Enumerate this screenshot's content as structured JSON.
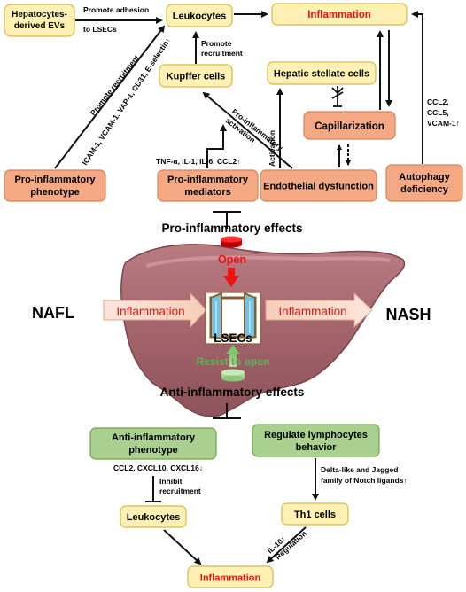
{
  "nodes": {
    "hepatocytes_evs": [
      "Hepatocytes-",
      "derived EVs"
    ],
    "leukocytes_top": "Leukocytes",
    "inflammation_top": "Inflammation",
    "kupffer": "Kupffer cells",
    "stellate": "Hepatic stellate cells",
    "capillarization": "Capillarization",
    "pro_phenotype": [
      "Pro-inflammatory",
      "phenotype"
    ],
    "pro_mediators": [
      "Pro-inflammatory",
      "mediators"
    ],
    "endothelial": "Endothelial dysfunction",
    "autophagy": [
      "Autophagy",
      "deficiency"
    ],
    "anti_phenotype": [
      "Anti-inflammatory",
      "phenotype"
    ],
    "regulate_lymph": [
      "Regulate lymphocytes",
      "behavior"
    ],
    "leukocytes_bottom": "Leukocytes",
    "th1": "Th1 cells",
    "inflammation_bottom": "Inflammation"
  },
  "labels": {
    "promote_adhesion": [
      "Promote adhesion",
      "to LSECs"
    ],
    "promote_recruitment_kupffer": [
      "Promote",
      "recruitment"
    ],
    "promote_recruitment_diag": "Promote recruitment",
    "adhesion_molecules": "ICAM-1, VCAM-1, VAP-1, CD31, E-selectin↑",
    "pro_inflammatory_activation": [
      "Pro-inflammatory",
      "activation"
    ],
    "activation": "Activation",
    "chemokines_autophagy": [
      "CCL2,",
      "CCL5,",
      "VCAM-1↑"
    ],
    "mediators_list": "TNF-α, IL-1, IL-6, CCL2↑",
    "pro_effects": "Pro-inflammatory effects",
    "open": "Open",
    "nafl": "NAFL",
    "nash": "NASH",
    "inflammation_left": "Inflammation",
    "inflammation_right": "Inflammation",
    "lsecs": "LSECs",
    "resist_open": "Resist to open",
    "anti_effects": "Anti-inflammatory effects",
    "anti_chemokines": "CCL2, CXCL10, CXCL16↓",
    "inhibit_recruitment": [
      "Inhibit",
      "recruitment"
    ],
    "notch": [
      "Delta-like and Jagged",
      "family of Notch ligands↑"
    ],
    "il10": "IL-10↑",
    "regulation": "Regulation"
  },
  "colors": {
    "yellow_fill": "#FEF1B3",
    "yellow_stroke": "#D9B84A",
    "orange_fill": "#F4A984",
    "orange_stroke": "#D5855A",
    "green_fill": "#A9D08E",
    "green_stroke": "#6FA24A",
    "liver": "#A86A72",
    "red": "#EE1111",
    "green_text": "#5DB557"
  }
}
